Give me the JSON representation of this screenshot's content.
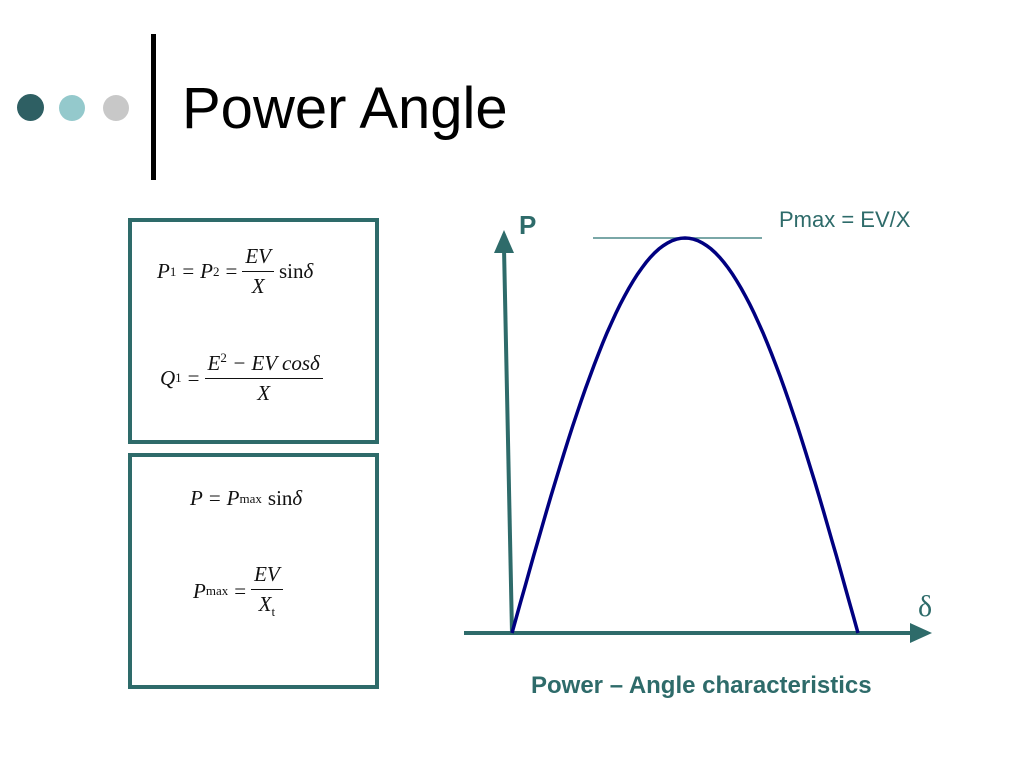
{
  "slide": {
    "title": "Power Angle"
  },
  "colors": {
    "accent_dark": "#2e5f63",
    "accent_light": "#94c9cc",
    "dot_gray": "#c8c8c8",
    "box_border": "#2e6b6a",
    "curve": "#000080"
  },
  "equations": {
    "eq1": {
      "lhs": "P",
      "lhs_sub": "1",
      "mid": "P",
      "mid_sub": "2",
      "num": "EV",
      "den": "X",
      "tail": "sin",
      "angle": "δ"
    },
    "eq2": {
      "lhs": "Q",
      "lhs_sub": "1",
      "num_a": "E",
      "num_sup": "2",
      "num_b": " − EV cos",
      "angle": "δ",
      "den": "X"
    },
    "eq3": {
      "lhs": "P",
      "mid": "P",
      "mid_sub": "max",
      "tail": "sin",
      "angle": "δ"
    },
    "eq4": {
      "lhs": "P",
      "lhs_sub": "max",
      "num": "EV",
      "den": "X",
      "den_sub": "t"
    }
  },
  "diagram": {
    "y_axis_label": "P",
    "x_axis_label": "δ",
    "pmax_label": "Pmax = EV/X",
    "caption": "Power – Angle characteristics"
  }
}
